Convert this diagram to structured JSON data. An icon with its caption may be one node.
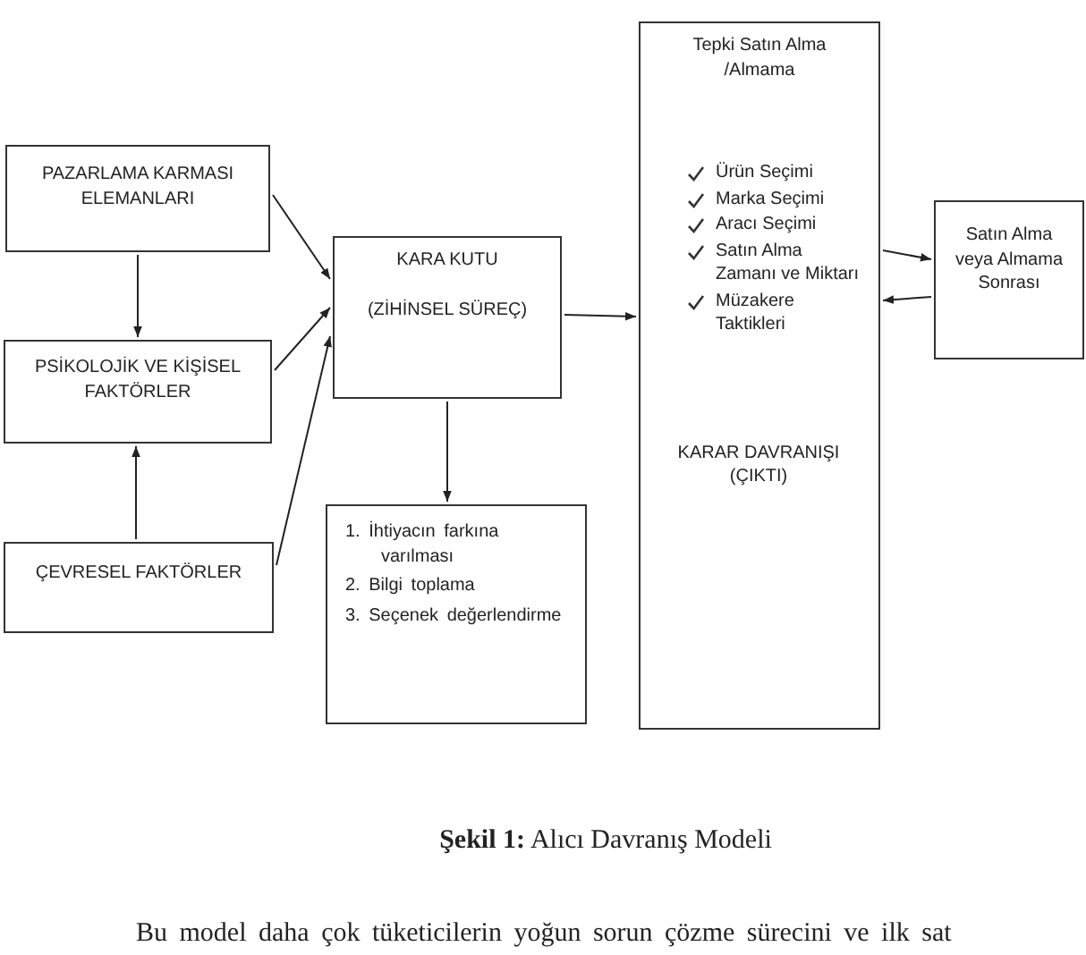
{
  "diagram": {
    "caption": "**Şekil 1:** Alıcı Davranış Modeli",
    "nodes": [
      {
        "text": [
          "PAZARLAMA KARMASI ELEMANLARI"
        ]
      },
      {
        "text": [
          "PSİKOLOJİK VE KİŞİSEL FAKTÖRLER"
        ]
      },
      {
        "text": [
          "ÇEVRESEL FAKTÖRLER"
        ]
      },
      {
        "text": [
          "KARA KUTU",
          "(ZİHİNSEL SÜREÇ)"
        ]
      },
      {
        "text": [
          "1. İhtiyacın farkına varılması",
          "2. Bilgi toplama",
          "3. Seçenek değerlendirme"
        ]
      },
      {
        "text": [
          "Tepki Satın Alma /Almama",
          "Ürün Seçimi",
          "Marka Seçimi",
          "Aracı Seçimi",
          "Satın Alma Zamanı ve Miktarı",
          "Müzakere Taktikleri",
          "KARAR DAVRANIŞI (ÇIKTI)"
        ]
      },
      {
        "text": [
          "Satın Alma veya Almama Sonrası"
        ]
      }
    ],
    "edges": [
      {
        "from": 0,
        "to": 1,
        "arrow": "to"
      },
      {
        "from": 2,
        "to": 1,
        "arrow": "to"
      },
      {
        "from": 0,
        "to": 3,
        "arrow": "to"
      },
      {
        "from": 1,
        "to": 3,
        "arrow": "to"
      },
      {
        "from": 2,
        "to": 3,
        "arrow": "to"
      },
      {
        "from": 3,
        "to": 5,
        "arrow": "to"
      },
      {
        "from": 3,
        "to": 4,
        "arrow": "to"
      },
      {
        "from": 5,
        "to": 6,
        "arrow": "to"
      },
      {
        "from": 6,
        "to": 5,
        "arrow": "to"
      }
    ],
    "labels": [
      "Bu model daha çok tüketicilerin yoğun sorun çözme sürecini ve ilk sat"
    ]
  }
}
